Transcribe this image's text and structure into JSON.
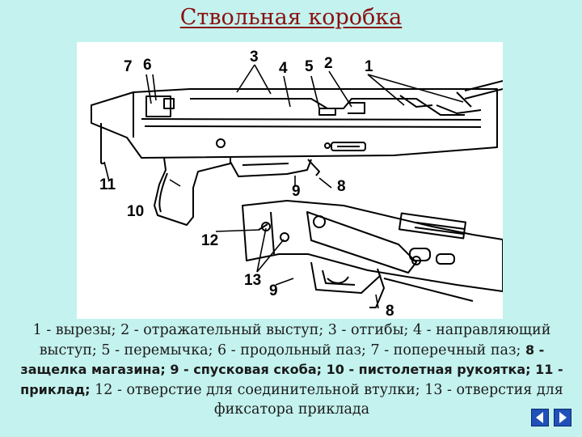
{
  "title": "Ствольная коробка",
  "figure": {
    "labels": {
      "l1": "1",
      "l2": "2",
      "l3": "3",
      "l4": "4",
      "l5": "5",
      "l6": "6",
      "l7": "7",
      "l8a": "8",
      "l8b": "8",
      "l9a": "9",
      "l9b": "9",
      "l10": "10",
      "l11": "11",
      "l12": "12",
      "l13": "13"
    }
  },
  "caption": {
    "p1": "1 - вырезы; 2 - отражательный выступ; 3 - отгибы; 4 - направляющий выступ; 5 - перемычка; 6 - продольный паз; 7 - поперечный паз; ",
    "b1": "8 - защелка магазина; 9 - спусковая скоба; 10 - пистолетная рукоятка; 11 - приклад;",
    "p2": " 12 - отверстие для соединительной втулки; 13 - отверстия для фиксатора приклада"
  },
  "nav": {
    "prev_icon": "nav-back-icon",
    "next_icon": "nav-forward-icon",
    "color": "#2050b8"
  }
}
